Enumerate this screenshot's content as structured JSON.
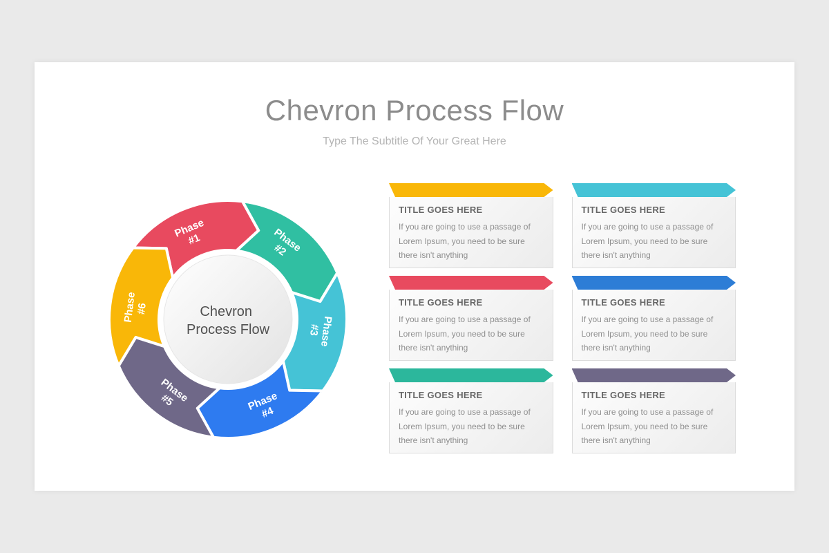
{
  "slide": {
    "title": "Chevron Process Flow",
    "subtitle": "Type The Subtitle Of Your Great Here"
  },
  "diagram": {
    "center_label_line1": "Chevron",
    "center_label_line2": "Process Flow",
    "phases": [
      {
        "label_line1": "Phase",
        "label_line2": "#1",
        "color": "#e84a5f",
        "center_angle": 247
      },
      {
        "label_line1": "Phase",
        "label_line2": "#2",
        "color": "#30bfa2",
        "center_angle": 307
      },
      {
        "label_line1": "Phase",
        "label_line2": "#3",
        "color": "#45c3d6",
        "center_angle": 7
      },
      {
        "label_line1": "Phase",
        "label_line2": "#4",
        "color": "#2e7bf0",
        "center_angle": 67
      },
      {
        "label_line1": "Phase",
        "label_line2": "#5",
        "color": "#6f6888",
        "center_angle": 127
      },
      {
        "label_line1": "Phase",
        "label_line2": "#6",
        "color": "#f9b708",
        "center_angle": 187
      }
    ]
  },
  "cards": [
    {
      "accent": "#f9b708",
      "title": "TITLE GOES HERE",
      "body": "If you are going to use a passage of Lorem Ipsum, you need to be sure there isn't anything"
    },
    {
      "accent": "#45c3d6",
      "title": "TITLE GOES HERE",
      "body": "If you are going to use a passage of Lorem Ipsum, you need to be sure there isn't anything"
    },
    {
      "accent": "#e84a5f",
      "title": "TITLE GOES HERE",
      "body": "If you are going to use a passage of Lorem Ipsum, you need to be sure there isn't anything"
    },
    {
      "accent": "#2d7dd6",
      "title": "TITLE GOES HERE",
      "body": "If you are going to use a passage of Lorem Ipsum, you need to be sure there isn't anything"
    },
    {
      "accent": "#2cb79c",
      "title": "TITLE GOES HERE",
      "body": "If you are going to use a passage of Lorem Ipsum, you need to be sure there isn't anything"
    },
    {
      "accent": "#6f6888",
      "title": "TITLE GOES HERE",
      "body": "If you are going to use a passage of Lorem Ipsum, you need to be sure there isn't anything"
    }
  ]
}
